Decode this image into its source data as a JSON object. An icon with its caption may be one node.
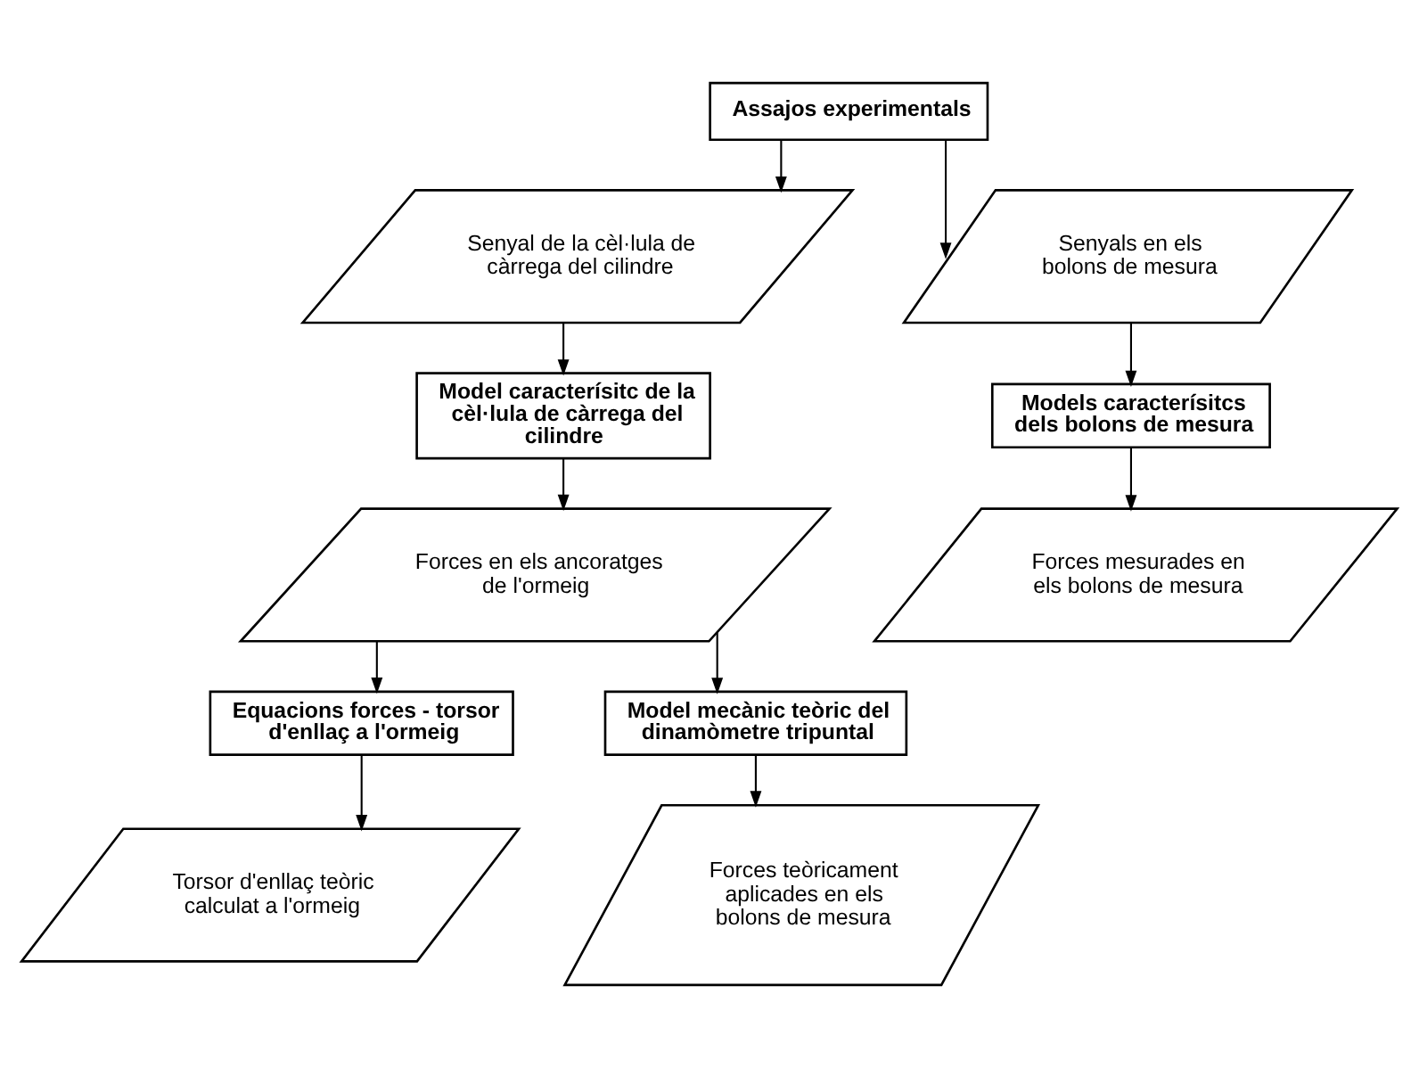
{
  "diagram": {
    "nodes": [
      {
        "text": [
          "Assajos experimentals"
        ]
      },
      {
        "text": [
          "Senyal de la cèl·lula de càrrega del cilindre"
        ]
      },
      {
        "text": [
          "Senyals en els bolons de mesura"
        ]
      },
      {
        "text": [
          "Model caracterísitc de la cèl·lula de càrrega del cilindre"
        ]
      },
      {
        "text": [
          "Models caracterísitcs dels bolons de mesura"
        ]
      },
      {
        "text": [
          "Forces en els ancoratges de l'ormeig"
        ]
      },
      {
        "text": [
          "Forces mesurades en els bolons de mesura"
        ]
      },
      {
        "text": [
          "Equacions forces - torsor d'enllaç a l'ormeig"
        ]
      },
      {
        "text": [
          "Model mecànic teòric del dinamòmetre tripuntal"
        ]
      },
      {
        "text": [
          "Torsor d'enllaç teòric calculat a l'ormeig"
        ]
      },
      {
        "text": [
          "Forces teòricament aplicades en els bolons de mesura"
        ]
      }
    ],
    "edges": [
      {
        "from": 0,
        "to": 1,
        "arrow": "to"
      },
      {
        "from": 0,
        "to": 2,
        "arrow": "to"
      },
      {
        "from": 1,
        "to": 3,
        "arrow": "to"
      },
      {
        "from": 2,
        "to": 4,
        "arrow": "to"
      },
      {
        "from": 3,
        "to": 5,
        "arrow": "to"
      },
      {
        "from": 4,
        "to": 6,
        "arrow": "to"
      },
      {
        "from": 5,
        "to": 7,
        "arrow": "to"
      },
      {
        "from": 5,
        "to": 8,
        "arrow": "to"
      },
      {
        "from": 7,
        "to": 9,
        "arrow": "to"
      },
      {
        "from": 8,
        "to": 10,
        "arrow": "to"
      }
    ]
  }
}
